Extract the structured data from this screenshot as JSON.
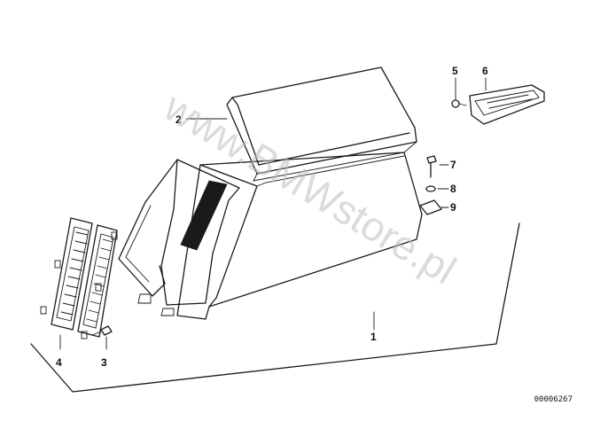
{
  "callouts": [
    {
      "id": "1",
      "label": "1"
    },
    {
      "id": "2",
      "label": "2"
    },
    {
      "id": "3",
      "label": "3"
    },
    {
      "id": "4",
      "label": "4"
    },
    {
      "id": "5",
      "label": "5"
    },
    {
      "id": "6",
      "label": "6"
    },
    {
      "id": "7",
      "label": "7"
    },
    {
      "id": "8",
      "label": "8"
    },
    {
      "id": "9",
      "label": "9"
    }
  ],
  "watermark": "www.BMWstore.pl",
  "drawing_number": "00006267",
  "colors": {
    "line": "#1a1a1a",
    "watermark": "#bdbdbd",
    "background": "#ffffff"
  }
}
